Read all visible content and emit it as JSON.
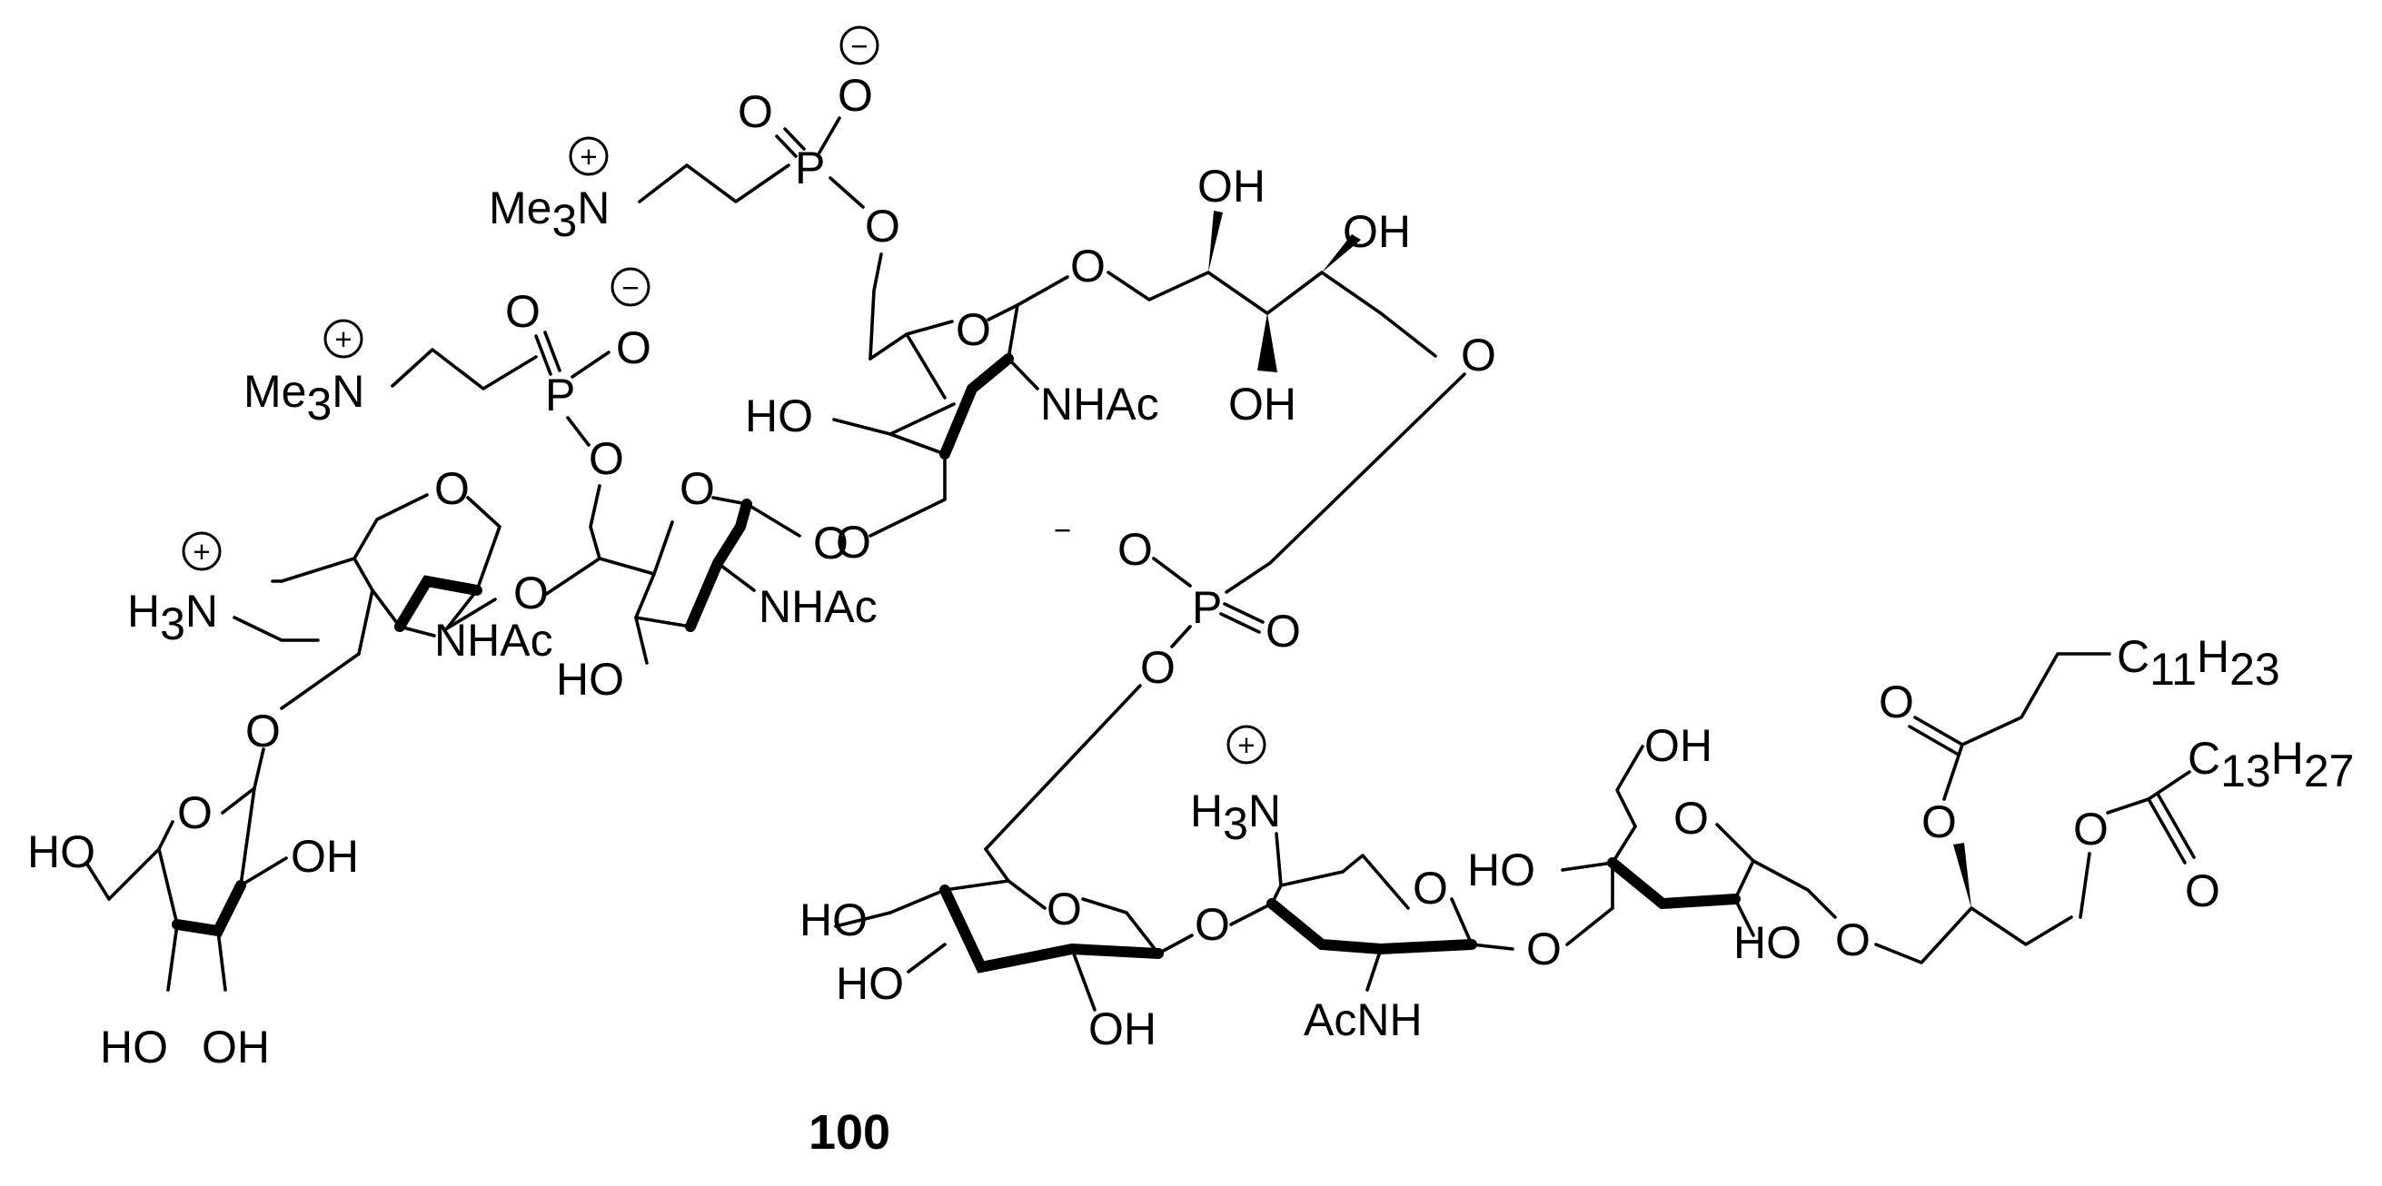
{
  "compound_label": "100",
  "charges": {
    "plus": "+",
    "minus": "−"
  },
  "atoms": {
    "o": "O",
    "p": "P",
    "oh": "OH",
    "ho": "HO",
    "nhac": "NHAc",
    "acnh": "AcNH",
    "me": "Me",
    "n": "N",
    "h": "H",
    "c": "C",
    "sub3": "3",
    "sub11": "11",
    "sub23": "23",
    "sub13": "13",
    "sub27": "27"
  }
}
